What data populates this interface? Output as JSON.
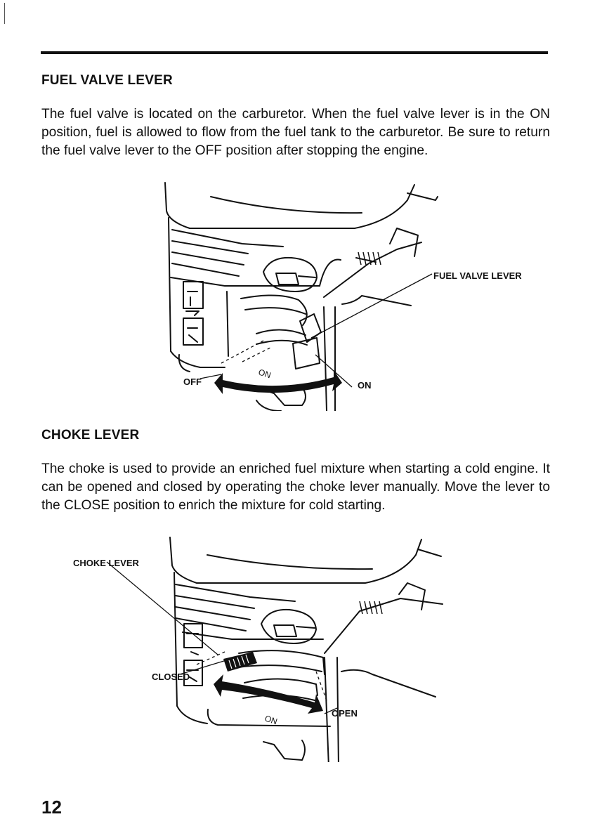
{
  "sections": [
    {
      "heading": "FUEL VALVE LEVER",
      "body": "The fuel valve is located on the carburetor. When the fuel valve lever is in the ON position, fuel is allowed to flow from the fuel tank to the carburetor. Be sure to return the fuel valve lever to the OFF position after stopping the engine.",
      "figure": {
        "callout_lever": "FUEL VALVE LEVER",
        "callout_off": "OFF",
        "callout_on": "ON",
        "mark_on": "ON"
      }
    },
    {
      "heading": "CHOKE LEVER",
      "body": "The choke is used to provide an enriched fuel mixture when starting a cold engine. It can be opened and closed by operating the choke lever manually. Move the lever to the CLOSE position to enrich the mixture for cold starting.",
      "figure": {
        "callout_lever": "CHOKE LEVER",
        "callout_closed": "CLOSED",
        "callout_open": "OPEN",
        "mark_on": "ON"
      }
    }
  ],
  "page_number": "12"
}
